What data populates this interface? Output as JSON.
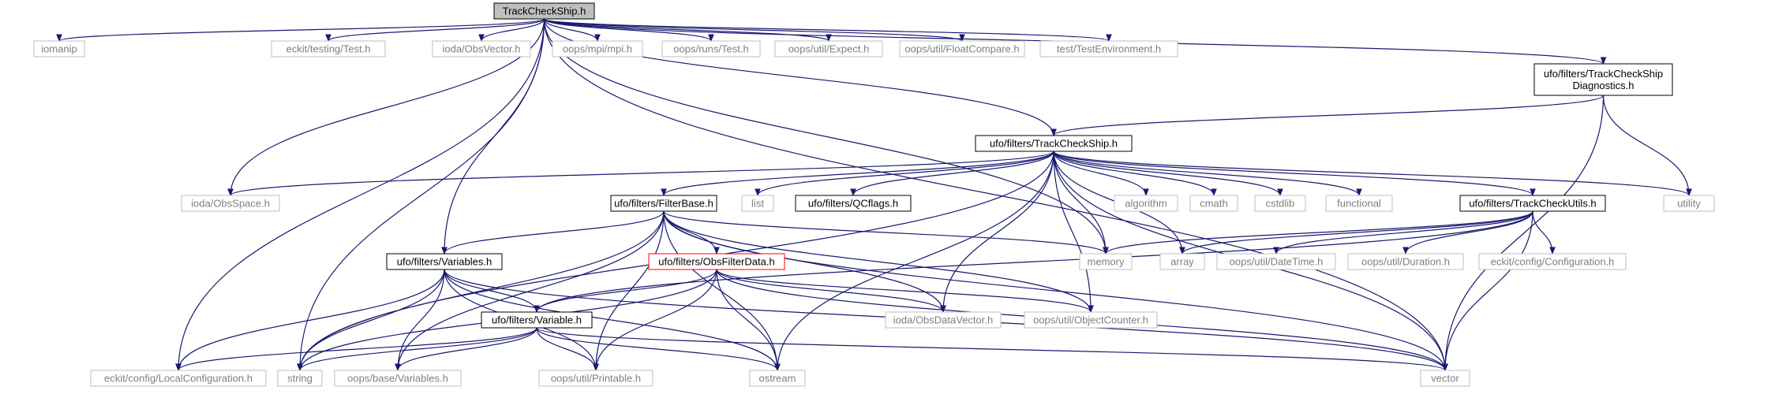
{
  "nodes": [
    {
      "id": "root",
      "label": "TrackCheckShip.h",
      "style": "root"
    },
    {
      "id": "iomanip",
      "label": "iomanip",
      "style": "sys"
    },
    {
      "id": "eckit_testing",
      "label": "eckit/testing/Test.h",
      "style": "sys"
    },
    {
      "id": "ioda_obsvector",
      "label": "ioda/ObsVector.h",
      "style": "sys"
    },
    {
      "id": "oops_mpi",
      "label": "oops/mpi/mpi.h",
      "style": "sys"
    },
    {
      "id": "oops_runs_test",
      "label": "oops/runs/Test.h",
      "style": "sys"
    },
    {
      "id": "oops_expect",
      "label": "oops/util/Expect.h",
      "style": "sys"
    },
    {
      "id": "oops_floatcompare",
      "label": "oops/util/FloatCompare.h",
      "style": "sys"
    },
    {
      "id": "test_env",
      "label": "test/TestEnvironment.h",
      "style": "sys"
    },
    {
      "id": "diagnostics",
      "label": "ufo/filters/TrackCheckShip\nDiagnostics.h",
      "style": "local"
    },
    {
      "id": "tcs",
      "label": "ufo/filters/TrackCheckShip.h",
      "style": "local"
    },
    {
      "id": "ioda_obsspace",
      "label": "ioda/ObsSpace.h",
      "style": "sys"
    },
    {
      "id": "filterbase",
      "label": "ufo/filters/FilterBase.h",
      "style": "local"
    },
    {
      "id": "list",
      "label": "list",
      "style": "sys"
    },
    {
      "id": "qcflags",
      "label": "ufo/filters/QCflags.h",
      "style": "local"
    },
    {
      "id": "algorithm",
      "label": "algorithm",
      "style": "sys"
    },
    {
      "id": "cmath",
      "label": "cmath",
      "style": "sys"
    },
    {
      "id": "cstdlib",
      "label": "cstdlib",
      "style": "sys"
    },
    {
      "id": "functional",
      "label": "functional",
      "style": "sys"
    },
    {
      "id": "tcutils",
      "label": "ufo/filters/TrackCheckUtils.h",
      "style": "local"
    },
    {
      "id": "utility",
      "label": "utility",
      "style": "sys"
    },
    {
      "id": "variables",
      "label": "ufo/filters/Variables.h",
      "style": "local"
    },
    {
      "id": "obsfilterdata",
      "label": "ufo/filters/ObsFilterData.h",
      "style": "red"
    },
    {
      "id": "memory",
      "label": "memory",
      "style": "sys"
    },
    {
      "id": "array",
      "label": "array",
      "style": "sys"
    },
    {
      "id": "datetime",
      "label": "oops/util/DateTime.h",
      "style": "sys"
    },
    {
      "id": "duration",
      "label": "oops/util/Duration.h",
      "style": "sys"
    },
    {
      "id": "configuration",
      "label": "eckit/config/Configuration.h",
      "style": "sys"
    },
    {
      "id": "variable",
      "label": "ufo/filters/Variable.h",
      "style": "local"
    },
    {
      "id": "obsdatavector",
      "label": "ioda/ObsDataVector.h",
      "style": "sys"
    },
    {
      "id": "objectcounter",
      "label": "oops/util/ObjectCounter.h",
      "style": "sys"
    },
    {
      "id": "localconfig",
      "label": "eckit/config/LocalConfiguration.h",
      "style": "sys"
    },
    {
      "id": "string",
      "label": "string",
      "style": "sys"
    },
    {
      "id": "oops_base_variables",
      "label": "oops/base/Variables.h",
      "style": "sys"
    },
    {
      "id": "printable",
      "label": "oops/util/Printable.h",
      "style": "sys"
    },
    {
      "id": "ostream",
      "label": "ostream",
      "style": "sys"
    },
    {
      "id": "vector",
      "label": "vector",
      "style": "sys"
    }
  ],
  "edges": [
    [
      "root",
      "iomanip"
    ],
    [
      "root",
      "eckit_testing"
    ],
    [
      "root",
      "ioda_obsvector"
    ],
    [
      "root",
      "oops_mpi"
    ],
    [
      "root",
      "oops_runs_test"
    ],
    [
      "root",
      "oops_expect"
    ],
    [
      "root",
      "oops_floatcompare"
    ],
    [
      "root",
      "test_env"
    ],
    [
      "root",
      "diagnostics"
    ],
    [
      "root",
      "tcs"
    ],
    [
      "root",
      "ioda_obsspace"
    ],
    [
      "root",
      "variables"
    ],
    [
      "root",
      "localconfig"
    ],
    [
      "root",
      "string"
    ],
    [
      "root",
      "memory"
    ],
    [
      "root",
      "vector"
    ],
    [
      "diagnostics",
      "tcs"
    ],
    [
      "diagnostics",
      "utility"
    ],
    [
      "diagnostics",
      "vector"
    ],
    [
      "tcs",
      "ioda_obsspace"
    ],
    [
      "tcs",
      "filterbase"
    ],
    [
      "tcs",
      "list"
    ],
    [
      "tcs",
      "qcflags"
    ],
    [
      "tcs",
      "algorithm"
    ],
    [
      "tcs",
      "cmath"
    ],
    [
      "tcs",
      "cstdlib"
    ],
    [
      "tcs",
      "functional"
    ],
    [
      "tcs",
      "tcutils"
    ],
    [
      "tcs",
      "utility"
    ],
    [
      "tcs",
      "memory"
    ],
    [
      "tcs",
      "array"
    ],
    [
      "tcs",
      "obsdatavector"
    ],
    [
      "tcs",
      "objectcounter"
    ],
    [
      "tcs",
      "string"
    ],
    [
      "tcs",
      "ostream"
    ],
    [
      "tcs",
      "vector"
    ],
    [
      "filterbase",
      "variables"
    ],
    [
      "filterbase",
      "obsfilterdata"
    ],
    [
      "filterbase",
      "memory"
    ],
    [
      "filterbase",
      "obsdatavector"
    ],
    [
      "filterbase",
      "objectcounter"
    ],
    [
      "filterbase",
      "string"
    ],
    [
      "filterbase",
      "oops_base_variables"
    ],
    [
      "filterbase",
      "printable"
    ],
    [
      "filterbase",
      "ostream"
    ],
    [
      "filterbase",
      "vector"
    ],
    [
      "tcutils",
      "memory"
    ],
    [
      "tcutils",
      "array"
    ],
    [
      "tcutils",
      "datetime"
    ],
    [
      "tcutils",
      "duration"
    ],
    [
      "tcutils",
      "configuration"
    ],
    [
      "tcutils",
      "variable"
    ],
    [
      "tcutils",
      "vector"
    ],
    [
      "variables",
      "variable"
    ],
    [
      "variables",
      "localconfig"
    ],
    [
      "variables",
      "string"
    ],
    [
      "variables",
      "oops_base_variables"
    ],
    [
      "variables",
      "printable"
    ],
    [
      "variables",
      "ostream"
    ],
    [
      "variables",
      "vector"
    ],
    [
      "obsfilterdata",
      "variable"
    ],
    [
      "obsfilterdata",
      "obsdatavector"
    ],
    [
      "obsfilterdata",
      "objectcounter"
    ],
    [
      "obsfilterdata",
      "string"
    ],
    [
      "obsfilterdata",
      "printable"
    ],
    [
      "obsfilterdata",
      "ostream"
    ],
    [
      "obsfilterdata",
      "vector"
    ],
    [
      "variable",
      "localconfig"
    ],
    [
      "variable",
      "string"
    ],
    [
      "variable",
      "oops_base_variables"
    ],
    [
      "variable",
      "printable"
    ],
    [
      "variable",
      "ostream"
    ],
    [
      "variable",
      "vector"
    ]
  ],
  "colors": {
    "edge": "#191970",
    "sys_border": "#bfbfbf",
    "local_border": "#000000",
    "red_border": "#ff0000",
    "root_fill": "#bfbfbf",
    "sys_text": "#7f7f7f",
    "local_text": "#000000"
  }
}
